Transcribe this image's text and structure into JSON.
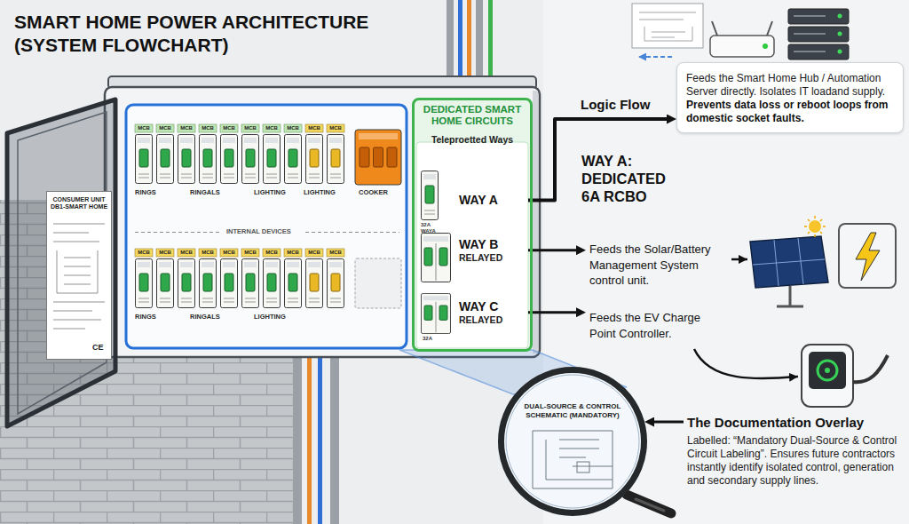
{
  "diagram": {
    "title": "SMART HOME POWER ARCHITECTURE (SYSTEM FLOWCHART)",
    "nodes": [
      {
        "text": [
          "CONSUMER UNIT DB1-SMART HOME"
        ]
      },
      {
        "text": [
          "DEDICATED SMART HOME CIRCUITS",
          "Teleproetted Ways"
        ]
      },
      {
        "text": [
          "WAY A"
        ],
        "in": 1
      },
      {
        "text": [
          "WAY B",
          "RELAYED"
        ],
        "in": 1
      },
      {
        "text": [
          "WAY C",
          "RELAYED"
        ],
        "in": 1
      },
      {
        "text": [
          "Feeds the Smart Home Hub / Automation Server directly. Isolates IT loadand supply.",
          "Prevents data loss or reboot loops from domestic socket faults."
        ]
      },
      {
        "text": [
          "Feeds the Solar/Battery Management System control unit."
        ]
      },
      {
        "text": [
          "Feeds the EV Charge Point Controller."
        ]
      },
      {
        "text": [
          "DUAL-SOURCE & CONTROL SCHEMATIC (MANDATORY)"
        ]
      },
      {
        "text": [
          "The Documentation Overlay",
          "Labelled: “Mandatory Dual-Source & Control Circuit Labeling”. Ensures future contractors instantly identify isolated control, generation and secondary supply lines."
        ]
      }
    ],
    "edges": [
      {
        "from": 2,
        "to": 5,
        "arrow": "to",
        "label": "Logic Flow"
      },
      {
        "from": 3,
        "to": 6,
        "arrow": "to"
      },
      {
        "from": 4,
        "to": 7,
        "arrow": "to"
      },
      {
        "from": 9,
        "to": 8,
        "arrow": "to"
      }
    ],
    "labels": [
      "MCB",
      "MCB",
      "MCB",
      "MCB",
      "MCB",
      "MCB",
      "MCB",
      "MCB",
      "MCB",
      "MCB",
      "RINGS",
      "RINGALS",
      "LIGHTING",
      "LIGHTING",
      "COOKER",
      "INTERNAL DEVICES",
      "MCB",
      "MCB",
      "MCB",
      "MCB",
      "MCB",
      "MCB",
      "MCB",
      "MCB",
      "MCB",
      "MCB",
      "RINGS",
      "RINGALS",
      "LIGHTING",
      "32A",
      "WAYA",
      "32A",
      "WAY A: DEDICATED 6A RCBO",
      "CE"
    ]
  }
}
